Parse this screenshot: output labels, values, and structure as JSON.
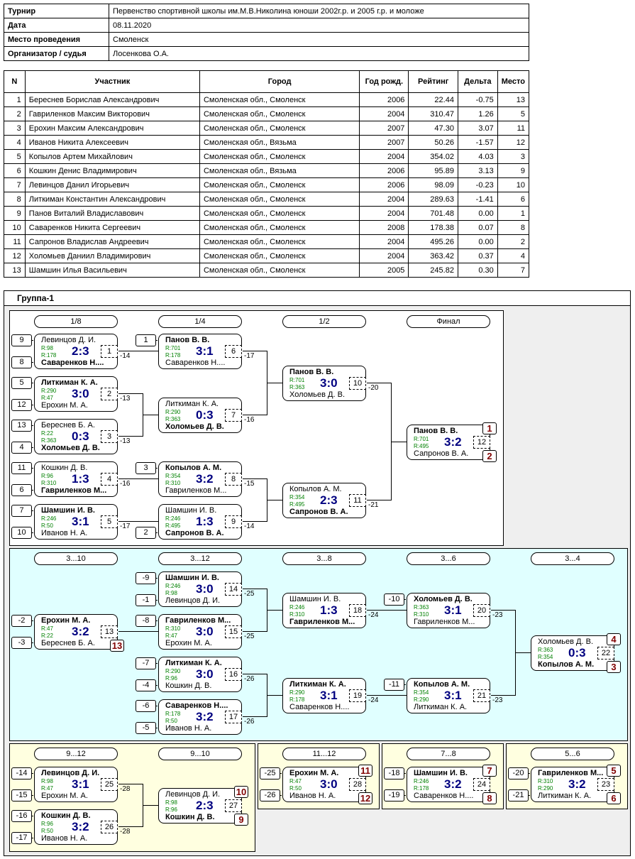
{
  "info": {
    "rows": [
      {
        "label": "Турнир",
        "value": "Первенство спортивной школы им.М.В.Николина юноши 2002г.р. и 2005 г.р. и моложе"
      },
      {
        "label": "Дата",
        "value": "08.11.2020"
      },
      {
        "label": "Место проведения",
        "value": "Смоленск"
      },
      {
        "label": "Организатор / судья",
        "value": "Лосенкова О.А."
      }
    ]
  },
  "players": {
    "headers": [
      "N",
      "Участник",
      "Город",
      "Год рожд.",
      "Рейтинг",
      "Дельта",
      "Место"
    ],
    "rows": [
      [
        "1",
        "Береснев Борислав Александрович",
        "Смоленская обл., Смоленск",
        "2006",
        "22.44",
        "-0.75",
        "13"
      ],
      [
        "2",
        "Гавриленков Максим Викторович",
        "Смоленская обл., Смоленск",
        "2004",
        "310.47",
        "1.26",
        "5"
      ],
      [
        "3",
        "Ерохин Максим Александрович",
        "Смоленская обл., Смоленск",
        "2007",
        "47.30",
        "3.07",
        "11"
      ],
      [
        "4",
        "Иванов Никита Алексеевич",
        "Смоленская обл., Вязьма",
        "2007",
        "50.26",
        "-1.57",
        "12"
      ],
      [
        "5",
        "Копылов Артем Михайлович",
        "Смоленская обл., Смоленск",
        "2004",
        "354.02",
        "4.03",
        "3"
      ],
      [
        "6",
        "Кошкин Денис Владимирович",
        "Смоленская обл., Вязьма",
        "2006",
        "95.89",
        "3.13",
        "9"
      ],
      [
        "7",
        "Левинцов Данил Игорьевич",
        "Смоленская обл., Смоленск",
        "2006",
        "98.09",
        "-0.23",
        "10"
      ],
      [
        "8",
        "Литкиман Константин  Александрович",
        "Смоленская обл., Смоленск",
        "2004",
        "289.63",
        "-1.41",
        "6"
      ],
      [
        "9",
        "Панов Виталий Владиславович",
        "Смоленская обл., Смоленск",
        "2004",
        "701.48",
        "0.00",
        "1"
      ],
      [
        "10",
        "Саваренков Никита Сергеевич",
        "Смоленская обл., Смоленск",
        "2008",
        "178.38",
        "0.07",
        "8"
      ],
      [
        "11",
        "Сапронов Владислав Андреевич",
        "Смоленская обл., Смоленск",
        "2004",
        "495.26",
        "0.00",
        "2"
      ],
      [
        "12",
        "Холомьев Даниил Владимирович",
        "Смоленская обл., Смоленск",
        "2004",
        "363.42",
        "0.37",
        "4"
      ],
      [
        "13",
        "Шамшин Илья Васильевич",
        "Смоленская обл., Смоленск",
        "2005",
        "245.82",
        "0.30",
        "7"
      ]
    ]
  },
  "group": {
    "title": "Группа-1",
    "colors": {
      "main_bg": "#ffffff",
      "consolation_bg": "#e0ffff",
      "lower_bg": "#ffffe0",
      "score": "#000080",
      "rating": "#008000",
      "place": "#800000"
    },
    "stages": [
      "1/8",
      "1/4",
      "1/2",
      "Финал",
      "3...10",
      "3...12",
      "3...8",
      "3...6",
      "3...4",
      "9...12",
      "9...10",
      "11...12",
      "7...8",
      "5...6"
    ],
    "matches": [
      {
        "id": "1",
        "p1": "Левинцов Д. И.",
        "r1": "R:98",
        "p2": "Саваренков Н....",
        "r2": "R:178",
        "score": "2:3",
        "winner": 2,
        "s1": "9",
        "s2": "8",
        "loser": "-14"
      },
      {
        "id": "2",
        "p1": "Литкиман К. А.",
        "r1": "R:290",
        "p2": "Ерохин М. А.",
        "r2": "R:47",
        "score": "3:0",
        "winner": 1,
        "s1": "5",
        "s2": "12",
        "loser": "-13"
      },
      {
        "id": "3",
        "p1": "Береснев Б. А.",
        "r1": "R:22",
        "p2": "Холомьев Д. В.",
        "r2": "R:363",
        "score": "0:3",
        "winner": 2,
        "s1": "13",
        "s2": "4",
        "loser": "-13"
      },
      {
        "id": "4",
        "p1": "Кошкин Д. В.",
        "r1": "R:96",
        "p2": "Гавриленков М...",
        "r2": "R:310",
        "score": "1:3",
        "winner": 2,
        "s1": "11",
        "s2": "6",
        "loser": "-16"
      },
      {
        "id": "5",
        "p1": "Шамшин И. В.",
        "r1": "R:246",
        "p2": "Иванов Н. А.",
        "r2": "R:50",
        "score": "3:1",
        "winner": 1,
        "s1": "7",
        "s2": "10",
        "loser": "-17"
      },
      {
        "id": "6",
        "p1": "Панов В. В.",
        "r1": "R:701",
        "p2": "Саваренков Н....",
        "r2": "R:178",
        "score": "3:1",
        "winner": 1,
        "s1": "1",
        "loser": "-17"
      },
      {
        "id": "7",
        "p1": "Литкиман К. А.",
        "r1": "R:290",
        "p2": "Холомьев Д. В.",
        "r2": "R:363",
        "score": "0:3",
        "winner": 2,
        "loser": "-16"
      },
      {
        "id": "8",
        "p1": "Копылов А. М.",
        "r1": "R:354",
        "p2": "Гавриленков М...",
        "r2": "R:310",
        "score": "3:2",
        "winner": 1,
        "s1": "3",
        "loser": "-15"
      },
      {
        "id": "9",
        "p1": "Шамшин И. В.",
        "r1": "R:246",
        "p2": "Сапронов В. А.",
        "r2": "R:495",
        "score": "1:3",
        "winner": 2,
        "s2": "2",
        "loser": "-14"
      },
      {
        "id": "10",
        "p1": "Панов В. В.",
        "r1": "R:701",
        "p2": "Холомьев Д. В.",
        "r2": "R:363",
        "score": "3:0",
        "winner": 1,
        "loser": "-20"
      },
      {
        "id": "11",
        "p1": "Копылов А. М.",
        "r1": "R:354",
        "p2": "Сапронов В. А.",
        "r2": "R:495",
        "score": "2:3",
        "winner": 2,
        "loser": "-21"
      },
      {
        "id": "12",
        "p1": "Панов В. В.",
        "r1": "R:701",
        "p2": "Сапронов В. А.",
        "r2": "R:495",
        "score": "3:2",
        "winner": 1,
        "place1": "1",
        "place2": "2"
      },
      {
        "id": "13",
        "p1": "Ерохин М. А.",
        "r1": "R:47",
        "p2": "Береснев Б. А.",
        "r2": "R:22",
        "score": "3:2",
        "winner": 1,
        "s1": "-2",
        "s2": "-3",
        "place2": "13"
      },
      {
        "id": "14",
        "p1": "Шамшин И. В.",
        "r1": "R:246",
        "p2": "Левинцов Д. И.",
        "r2": "R:98",
        "score": "3:0",
        "winner": 1,
        "s1": "-9",
        "s2": "-1",
        "loser": "-25"
      },
      {
        "id": "15",
        "p1": "Гавриленков М...",
        "r1": "R:310",
        "p2": "Ерохин М. А.",
        "r2": "R:47",
        "score": "3:0",
        "winner": 1,
        "s1": "-8",
        "loser": "-25"
      },
      {
        "id": "16",
        "p1": "Литкиман К. А.",
        "r1": "R:290",
        "p2": "Кошкин Д. В.",
        "r2": "R:96",
        "score": "3:0",
        "winner": 1,
        "s1": "-7",
        "s2": "-4",
        "loser": "-26"
      },
      {
        "id": "17",
        "p1": "Саваренков Н....",
        "r1": "R:178",
        "p2": "Иванов Н. А.",
        "r2": "R:50",
        "score": "3:2",
        "winner": 1,
        "s1": "-6",
        "s2": "-5",
        "loser": "-26"
      },
      {
        "id": "18",
        "p1": "Шамшин И. В.",
        "r1": "R:246",
        "p2": "Гавриленков М...",
        "r2": "R:310",
        "score": "1:3",
        "winner": 2,
        "loser": "-24"
      },
      {
        "id": "19",
        "p1": "Литкиман К. А.",
        "r1": "R:290",
        "p2": "Саваренков Н....",
        "r2": "R:178",
        "score": "3:1",
        "winner": 1,
        "loser": "-24"
      },
      {
        "id": "20",
        "p1": "Холомьев Д. В.",
        "r1": "R:363",
        "p2": "Гавриленков М...",
        "r2": "R:310",
        "score": "3:1",
        "winner": 1,
        "s1": "-10",
        "loser": "-23"
      },
      {
        "id": "21",
        "p1": "Копылов А. М.",
        "r1": "R:354",
        "p2": "Литкиман К. А.",
        "r2": "R:290",
        "score": "3:1",
        "winner": 1,
        "s1": "-11",
        "loser": "-23"
      },
      {
        "id": "22",
        "p1": "Холомьев Д. В.",
        "r1": "R:363",
        "p2": "Копылов А. М.",
        "r2": "R:354",
        "score": "0:3",
        "winner": 2,
        "place1": "4",
        "place2": "3"
      },
      {
        "id": "25",
        "p1": "Левинцов Д. И.",
        "r1": "R:98",
        "p2": "Ерохин М. А.",
        "r2": "R:47",
        "score": "3:1",
        "winner": 1,
        "s1": "-14",
        "s2": "-15",
        "loser": "-28"
      },
      {
        "id": "26",
        "p1": "Кошкин Д. В.",
        "r1": "R:96",
        "p2": "Иванов Н. А.",
        "r2": "R:50",
        "score": "3:2",
        "winner": 1,
        "s1": "-16",
        "s2": "-17",
        "loser": "-28"
      },
      {
        "id": "27",
        "p1": "Левинцов Д. И.",
        "r1": "R:98",
        "p2": "Кошкин Д. В.",
        "r2": "R:96",
        "score": "2:3",
        "winner": 2,
        "place1": "10",
        "place2": "9"
      },
      {
        "id": "28",
        "p1": "Ерохин М. А.",
        "r1": "R:47",
        "p2": "Иванов Н. А.",
        "r2": "R:50",
        "score": "3:0",
        "winner": 1,
        "s1": "-25",
        "s2": "-26",
        "place1": "11",
        "place2": "12"
      },
      {
        "id": "24",
        "p1": "Шамшин И. В.",
        "r1": "R:246",
        "p2": "Саваренков Н....",
        "r2": "R:178",
        "score": "3:2",
        "winner": 1,
        "s1": "-18",
        "s2": "-19",
        "place1": "7",
        "place2": "8"
      },
      {
        "id": "23",
        "p1": "Гавриленков М...",
        "r1": "R:310",
        "p2": "Литкиман К. А.",
        "r2": "R:290",
        "score": "3:2",
        "winner": 1,
        "s1": "-20",
        "s2": "-21",
        "place1": "5",
        "place2": "6"
      }
    ]
  }
}
